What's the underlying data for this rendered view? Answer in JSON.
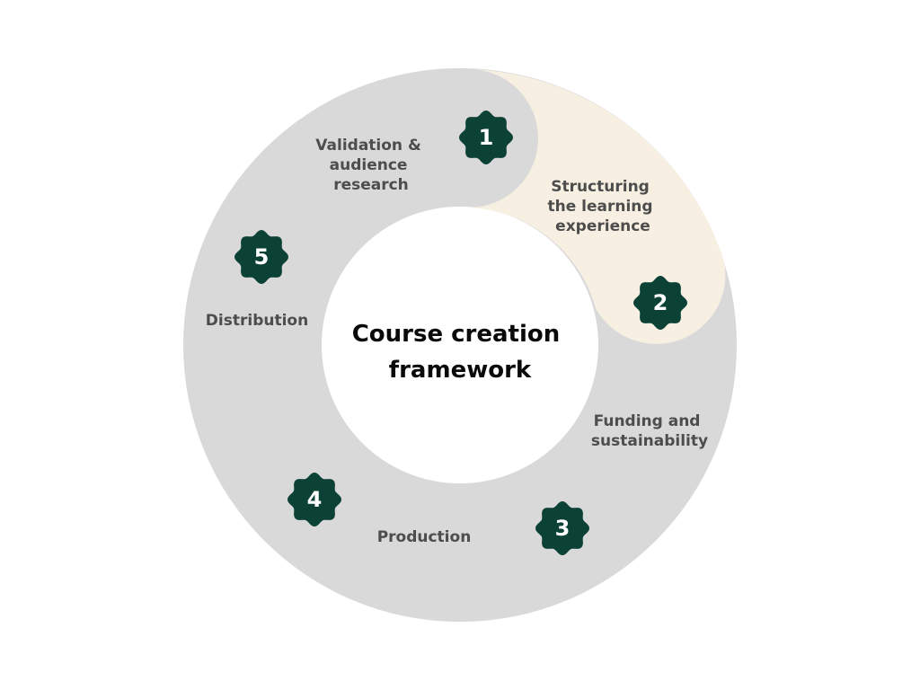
{
  "title": {
    "line1": "Course creation",
    "line2": "framework"
  },
  "steps": [
    {
      "number": "1",
      "label_lines": [
        "Validation &",
        "audience",
        "research"
      ]
    },
    {
      "number": "2",
      "label_lines": [
        "Structuring",
        "the learning",
        "experience"
      ]
    },
    {
      "number": "3",
      "label_lines": [
        "Funding and",
        "sustainability"
      ]
    },
    {
      "number": "4",
      "label_lines": [
        "Production"
      ]
    },
    {
      "number": "5",
      "label_lines": [
        "Distribution"
      ]
    }
  ],
  "colors": {
    "ring": "#d9d9d9",
    "highlight_segment": "#f7f0e2",
    "badge": "#0c4136",
    "label_text": "#4d4d4d"
  }
}
